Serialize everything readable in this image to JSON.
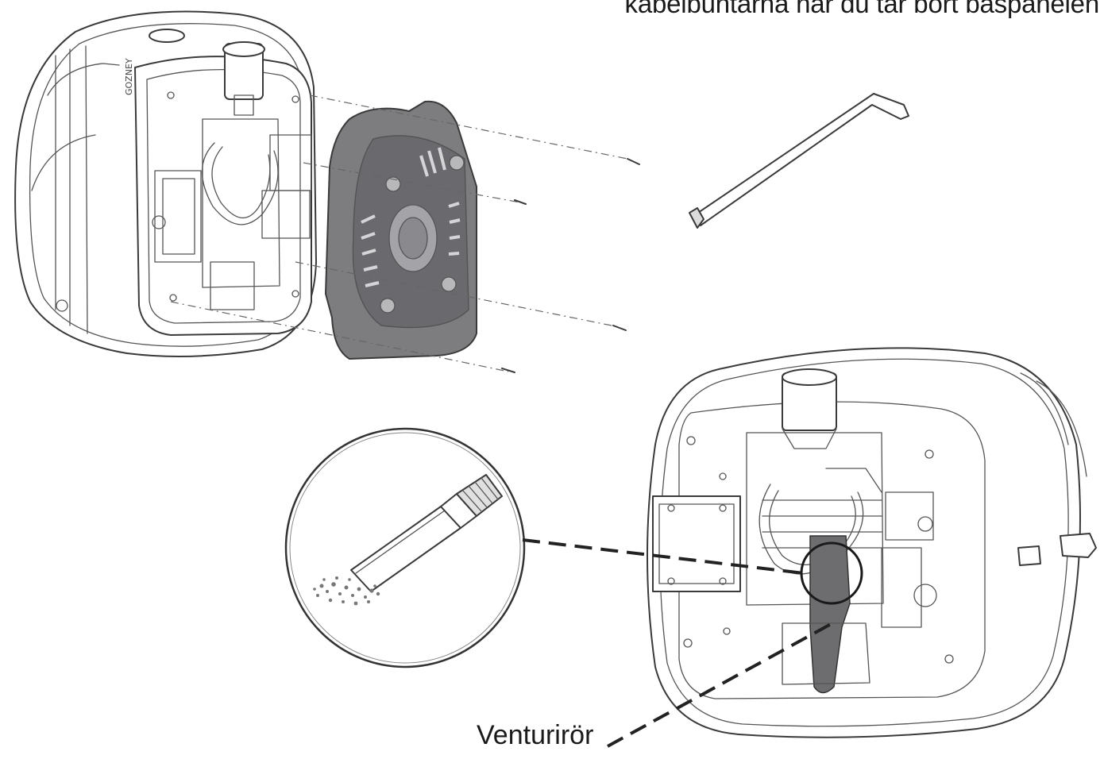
{
  "caption_top": "kabelbuntarna när du tar bort baspanelen",
  "label_venturi": "Venturirör",
  "housing_brand": "GOZNEY"
}
